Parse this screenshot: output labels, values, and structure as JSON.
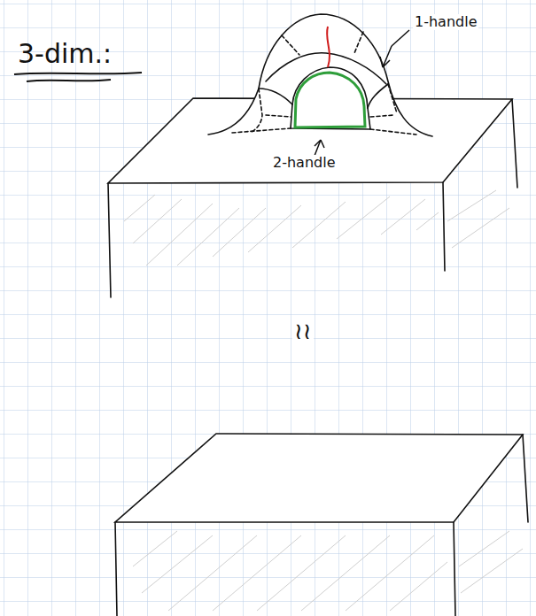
{
  "diagram": {
    "title": "3-dim.:",
    "labels": [
      "1-handle",
      "2-handle",
      "≀≀"
    ]
  }
}
